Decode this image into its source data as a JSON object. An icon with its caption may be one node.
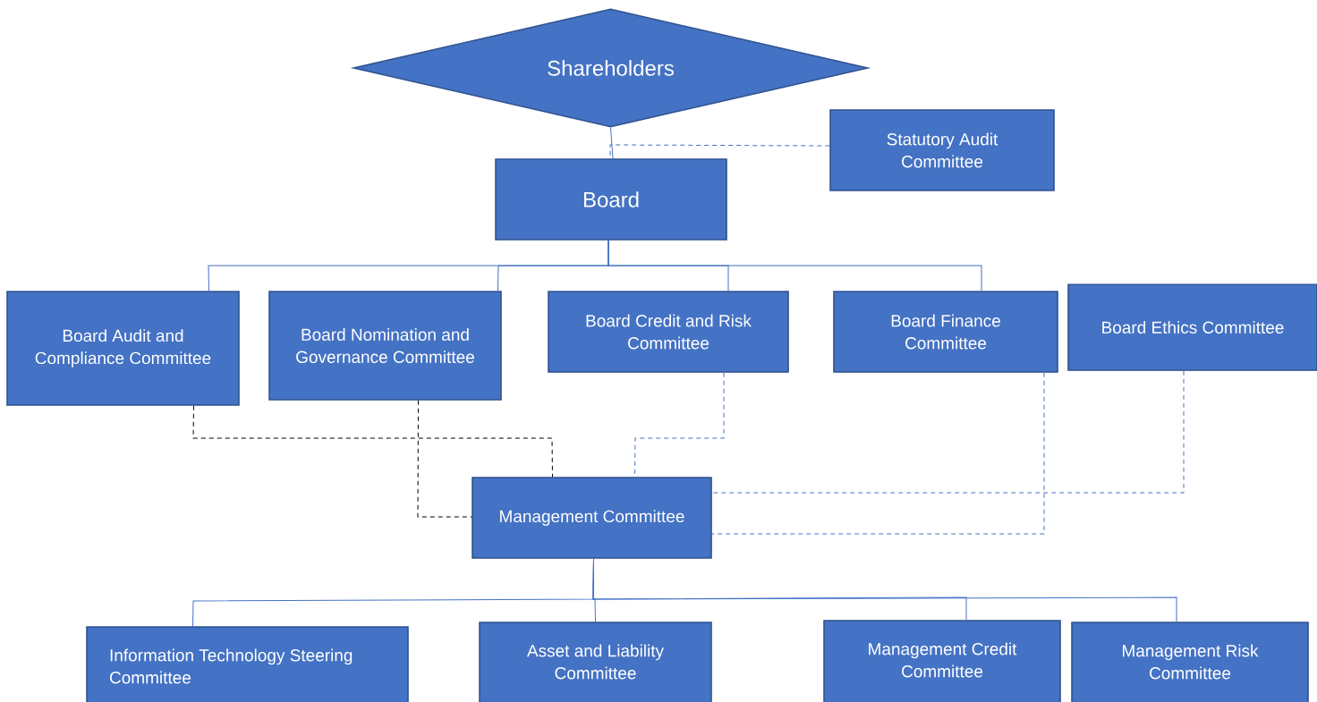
{
  "diagram": {
    "nodes": [
      {
        "text": [
          "Shareholders"
        ]
      },
      {
        "text": [
          "Statutory Audit Committee"
        ]
      },
      {
        "text": [
          "Board"
        ]
      },
      {
        "text": [
          "Board Audit and Compliance Committee"
        ]
      },
      {
        "text": [
          "Board Nomination and Governance Committee"
        ]
      },
      {
        "text": [
          "Board Credit and Risk Committee"
        ]
      },
      {
        "text": [
          "Board Finance Committee"
        ]
      },
      {
        "text": [
          "Board Ethics Committee"
        ]
      },
      {
        "text": [
          "Management Committee"
        ]
      },
      {
        "text": [
          "Information Technology Steering Committee"
        ]
      },
      {
        "text": [
          "Asset and Liability Committee"
        ]
      },
      {
        "text": [
          "Management Credit Committee"
        ]
      },
      {
        "text": [
          "Management Risk Committee"
        ]
      }
    ],
    "edges": [
      {
        "from": 0,
        "to": 2,
        "arrow": "none"
      },
      {
        "from": 1,
        "to": 2,
        "arrow": "none",
        "style": "dashed"
      },
      {
        "from": 2,
        "to": 3,
        "arrow": "none"
      },
      {
        "from": 2,
        "to": 4,
        "arrow": "none"
      },
      {
        "from": 2,
        "to": 5,
        "arrow": "none"
      },
      {
        "from": 2,
        "to": 6,
        "arrow": "none"
      },
      {
        "from": 3,
        "to": 8,
        "arrow": "none",
        "style": "dashed",
        "color": "#000000"
      },
      {
        "from": 4,
        "to": 8,
        "arrow": "none",
        "style": "dashed",
        "color": "#000000"
      },
      {
        "from": 5,
        "to": 8,
        "arrow": "none",
        "style": "dashed"
      },
      {
        "from": 6,
        "to": 8,
        "arrow": "none",
        "style": "dashed"
      },
      {
        "from": 7,
        "to": 8,
        "arrow": "none",
        "style": "dashed"
      },
      {
        "from": 8,
        "to": 9,
        "arrow": "none"
      },
      {
        "from": 8,
        "to": 10,
        "arrow": "none"
      },
      {
        "from": 8,
        "to": 11,
        "arrow": "none"
      },
      {
        "from": 8,
        "to": 12,
        "arrow": "none"
      }
    ]
  }
}
